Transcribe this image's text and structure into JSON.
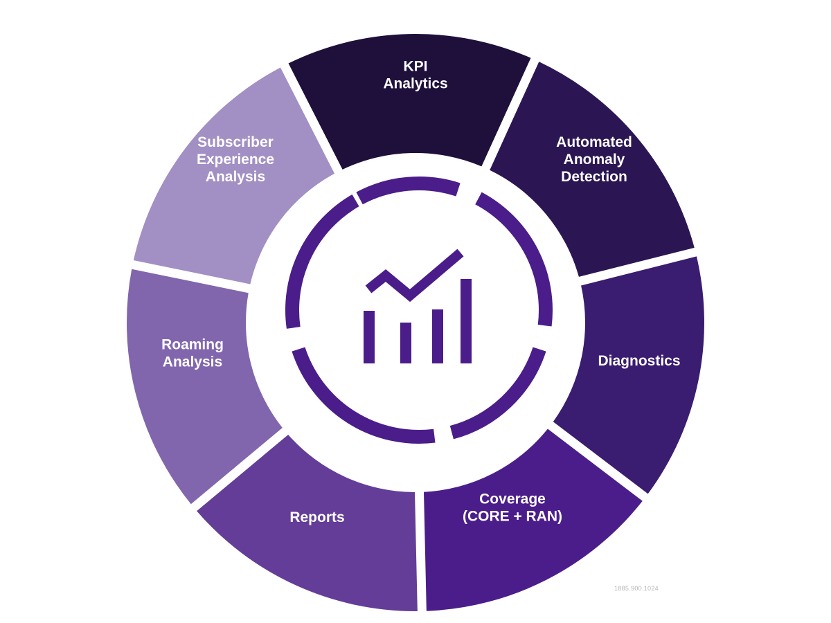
{
  "diagram": {
    "segments": [
      {
        "id": "kpi-analytics",
        "lines": [
          "KPI",
          "Analytics"
        ],
        "color": "#1e0f3b",
        "anchor": "middle"
      },
      {
        "id": "automated-anomaly-detection",
        "lines": [
          "Automated",
          "Anomaly",
          "Detection"
        ],
        "color": "#2b1653",
        "anchor": "middle"
      },
      {
        "id": "diagnostics",
        "lines": [
          "Diagnostics"
        ],
        "color": "#3a1c70",
        "anchor": "middle"
      },
      {
        "id": "coverage",
        "lines": [
          "Coverage",
          "(CORE + RAN)"
        ],
        "color": "#4b1d8a",
        "anchor": "middle"
      },
      {
        "id": "reports",
        "lines": [
          "Reports"
        ],
        "color": "#633d98",
        "anchor": "middle"
      },
      {
        "id": "roaming-analysis",
        "lines": [
          "Roaming",
          "Analysis"
        ],
        "color": "#8166ad",
        "anchor": "middle"
      },
      {
        "id": "subscriber-experience-analysis",
        "lines": [
          "Subscriber",
          "Experience",
          "Analysis"
        ],
        "color": "#a28fc4",
        "anchor": "middle"
      }
    ],
    "icon_color": "#4b1d8a",
    "icon": "analytics-chart-icon"
  },
  "footer": {
    "code": "1885.900.1024"
  }
}
